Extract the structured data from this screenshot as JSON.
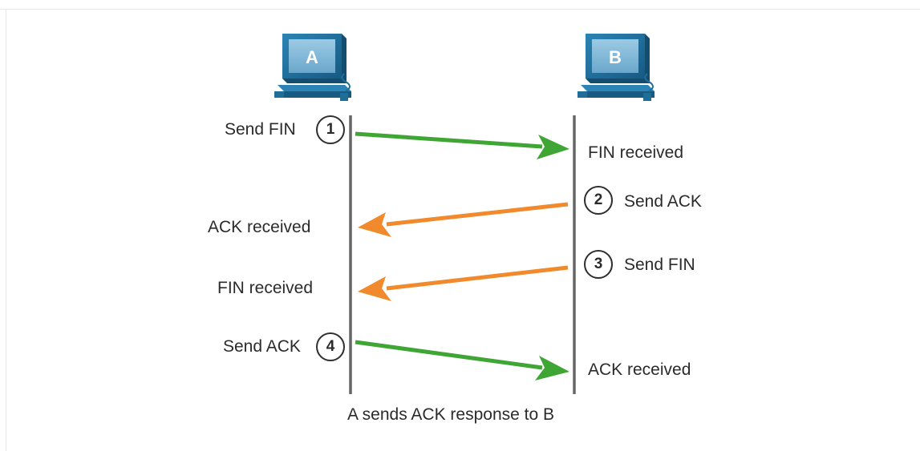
{
  "hosts": {
    "a": {
      "label": "A"
    },
    "b": {
      "label": "B"
    }
  },
  "steps": [
    {
      "number": "1",
      "a_side_text": "Send FIN",
      "b_side_text": "FIN received",
      "direction": "A-to-B",
      "color": "#3fa535"
    },
    {
      "number": "2",
      "a_side_text": "ACK received",
      "b_side_text": "Send ACK",
      "direction": "B-to-A",
      "color": "#f08a2c"
    },
    {
      "number": "3",
      "a_side_text": "FIN received",
      "b_side_text": "Send FIN",
      "direction": "B-to-A",
      "color": "#f08a2c"
    },
    {
      "number": "4",
      "a_side_text": "Send ACK",
      "b_side_text": "ACK received",
      "direction": "A-to-B",
      "color": "#3fa535"
    }
  ],
  "caption": "A sends ACK response to B",
  "colors": {
    "monitor_dark": "#1f6e99",
    "monitor_screen": "#7fb6d6",
    "timeline": "#666666"
  }
}
